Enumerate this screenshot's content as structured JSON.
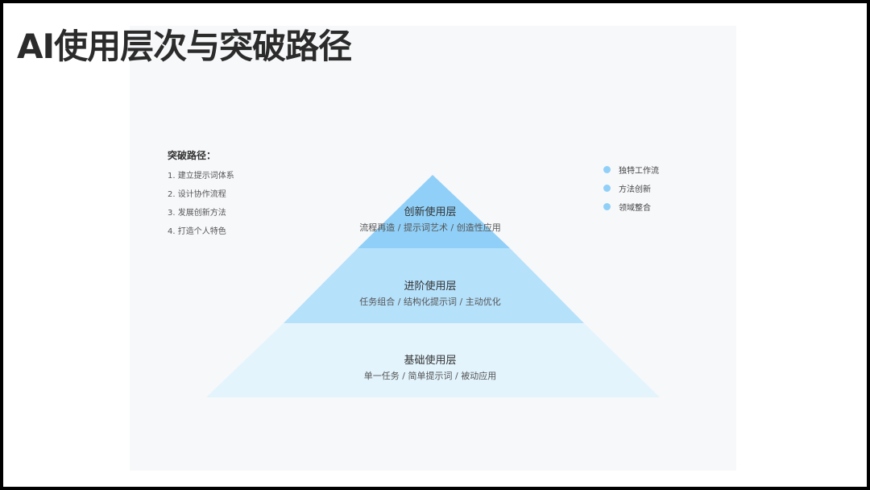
{
  "slide": {
    "title": "AI使用层次与突破路径"
  },
  "breakthrough": {
    "heading": "突破路径：",
    "items": [
      "1. 建立提示词体系",
      "2. 设计协作流程",
      "3. 发展创新方法",
      "4. 打造个人特色"
    ]
  },
  "pyramid": {
    "tiers": [
      {
        "name": "创新使用层",
        "desc": "流程再造 / 提示词艺术 / 创造性应用",
        "color": "#90d0f8"
      },
      {
        "name": "进阶使用层",
        "desc": "任务组合 / 结构化提示词 / 主动优化",
        "color": "#b6e1fb"
      },
      {
        "name": "基础使用层",
        "desc": "单一任务 / 简单提示词 / 被动应用",
        "color": "#e3f4fd"
      }
    ]
  },
  "legend": {
    "color": "#90d0f8",
    "items": [
      "独特工作流",
      "方法创新",
      "领域整合"
    ]
  }
}
